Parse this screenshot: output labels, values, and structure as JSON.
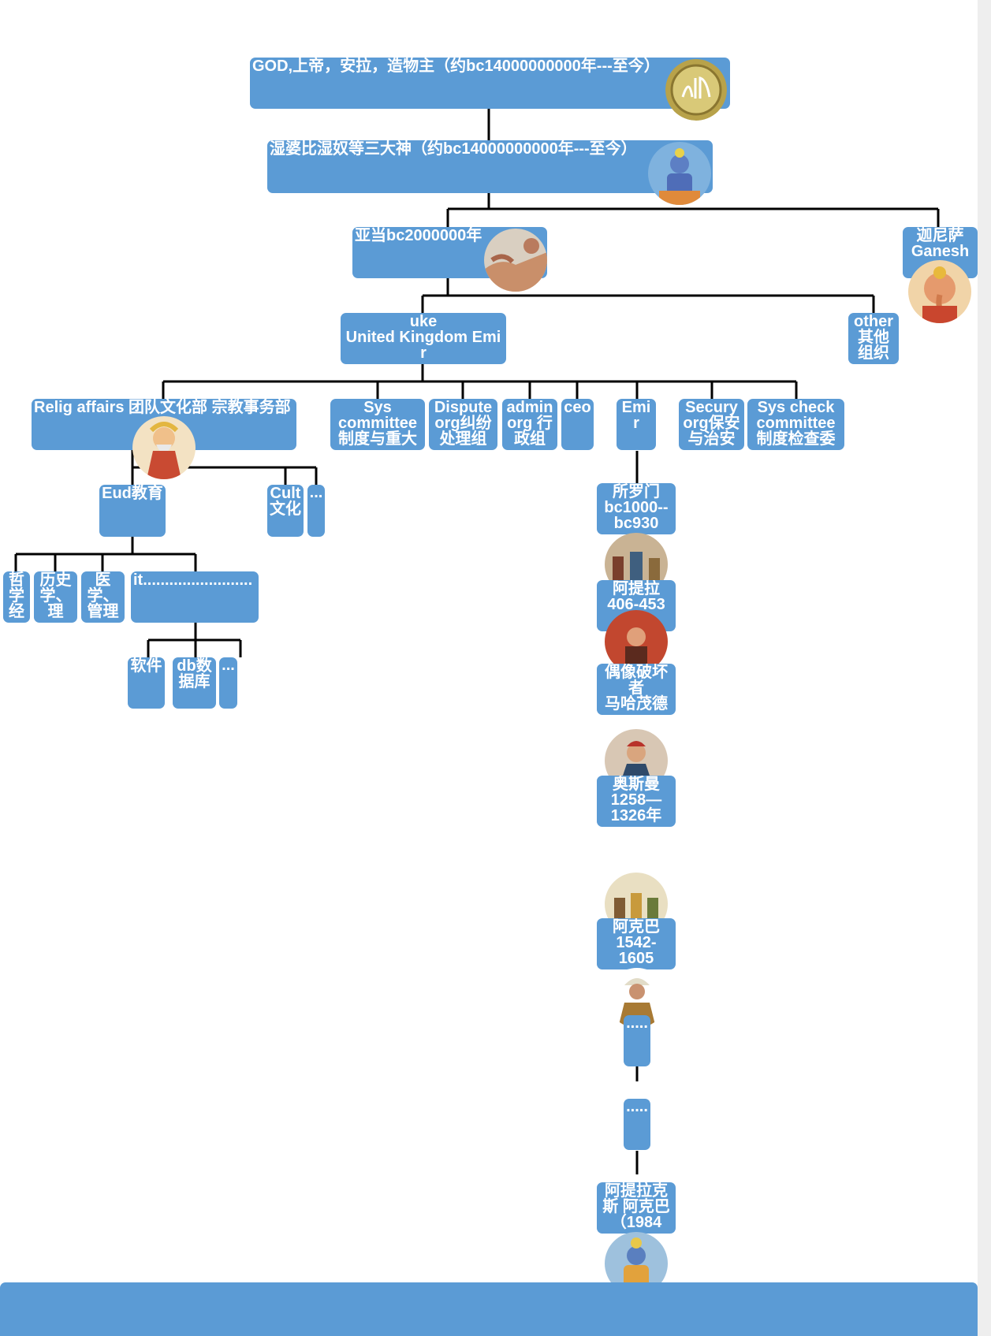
{
  "nodes": {
    "god": "GOD,上帝，安拉，造物主（约bc14000000000年---至今）",
    "trimurti": "湿婆比湿奴等三大神（约bc14000000000年---至今）",
    "adam": "亚当bc2000000年",
    "ganesh": "迦尼萨\nGanesh",
    "uke": "uke\nUnited Kingdom Emir",
    "other": "other\n其他\n组织",
    "relig": "Relig affairs 团队文化部 宗教事务部",
    "sys_committee": "Sys\ncommittee\n制度与重大",
    "dispute": "Dispute\norg纠纷\n处理组",
    "admin": "admin\norg 行\n政组",
    "ceo": "ceo",
    "emir": "Emir",
    "secury": "Secury\norg保安\n与治安",
    "sys_check": "Sys check\ncommittee\n制度检查委",
    "eud": "Eud教育",
    "cult": "Cult\n文化",
    "cult_more": "...",
    "philosophy": "哲\n学\n经",
    "history": "历史\n学、\n理",
    "medicine": "医\n学、\n管理",
    "it": "it.........................",
    "software": "软件",
    "database": "db数\n据库",
    "it_more": "...",
    "solomon": "所罗门\nbc1000--\nbc930",
    "attila": "阿提拉\n406-453",
    "mahmud": "偶像破坏\n者\n马哈茂德",
    "osman": "奥斯曼\n1258—\n1326年",
    "akbar": "阿克巴\n1542-\n1605",
    "ellipsis1": ".....",
    "ellipsis2": ".....",
    "atilakes": "阿提拉克\n斯 阿克巴\n（1984"
  },
  "icons": {
    "god": "allah-calligraphy-medallion",
    "trimurti": "shiva-portrait",
    "adam": "creation-of-adam-fresco",
    "ganesh": "ganesha-portrait",
    "relig": "sage-portrait",
    "solomon": "solomon-court-painting",
    "attila": "attila-poster",
    "osman": "osman-portrait",
    "akbar": "akbar-court-painting",
    "turban_man": "turbaned-ruler-portrait",
    "vishnu": "vishnu-portrait"
  },
  "colors": {
    "node_fill": "#5b9bd5",
    "node_text": "#ffffff",
    "connector": "#000000"
  }
}
